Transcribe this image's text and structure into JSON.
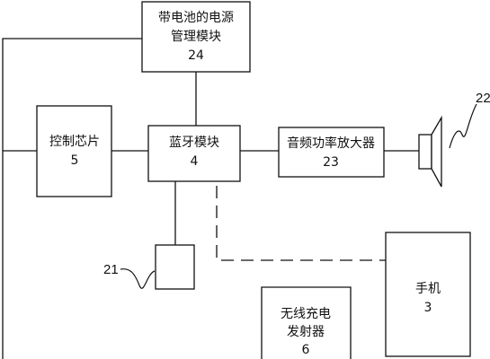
{
  "blocks": {
    "power_management": {
      "line1": "带电池的电源",
      "line2": "管理模块",
      "ref": "24"
    },
    "control_chip": {
      "line1": "控制芯片",
      "ref": "5"
    },
    "bluetooth_module": {
      "line1": "蓝牙模块",
      "ref": "4"
    },
    "audio_amplifier": {
      "line1": "音频功率放大器",
      "ref": "23"
    },
    "phone": {
      "line1": "手机",
      "ref": "3"
    },
    "wireless_charger": {
      "line1": "无线充电",
      "line2": "发射器",
      "ref": "6"
    }
  },
  "reference_numerals": {
    "speaker": "22",
    "antenna": "21"
  }
}
